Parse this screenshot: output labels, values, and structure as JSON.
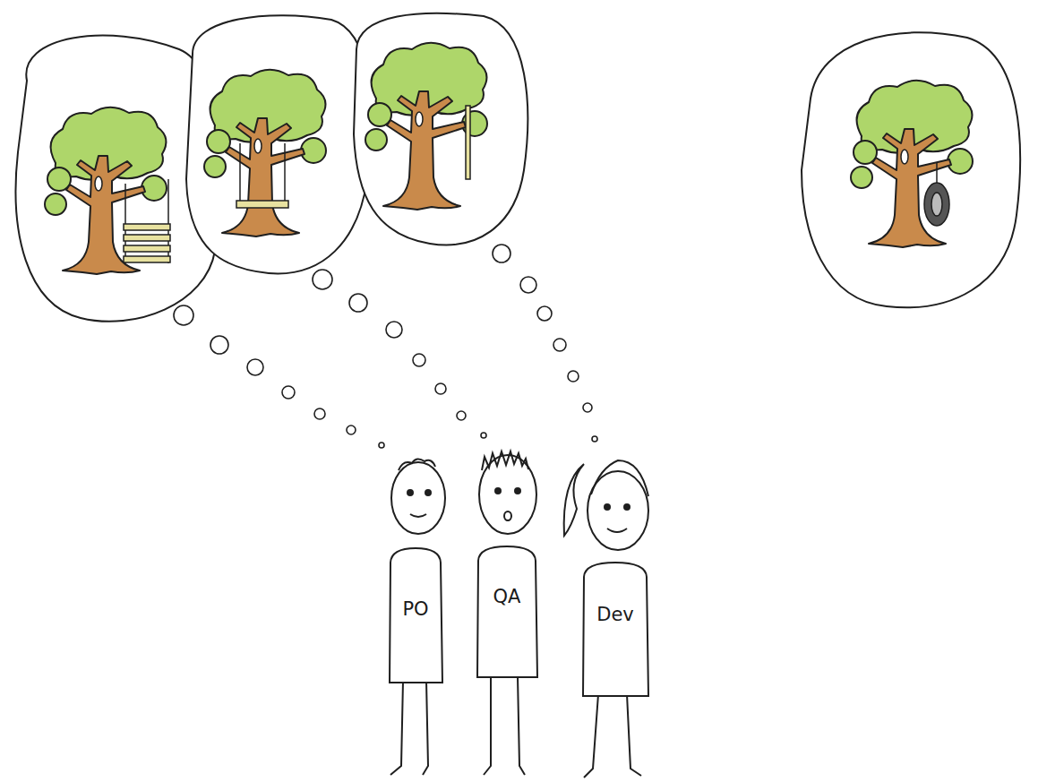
{
  "diagram": {
    "nodes": [
      {
        "text": [
          "PO"
        ]
      },
      {
        "text": [
          "QA"
        ]
      },
      {
        "text": [
          "Dev"
        ]
      }
    ]
  }
}
